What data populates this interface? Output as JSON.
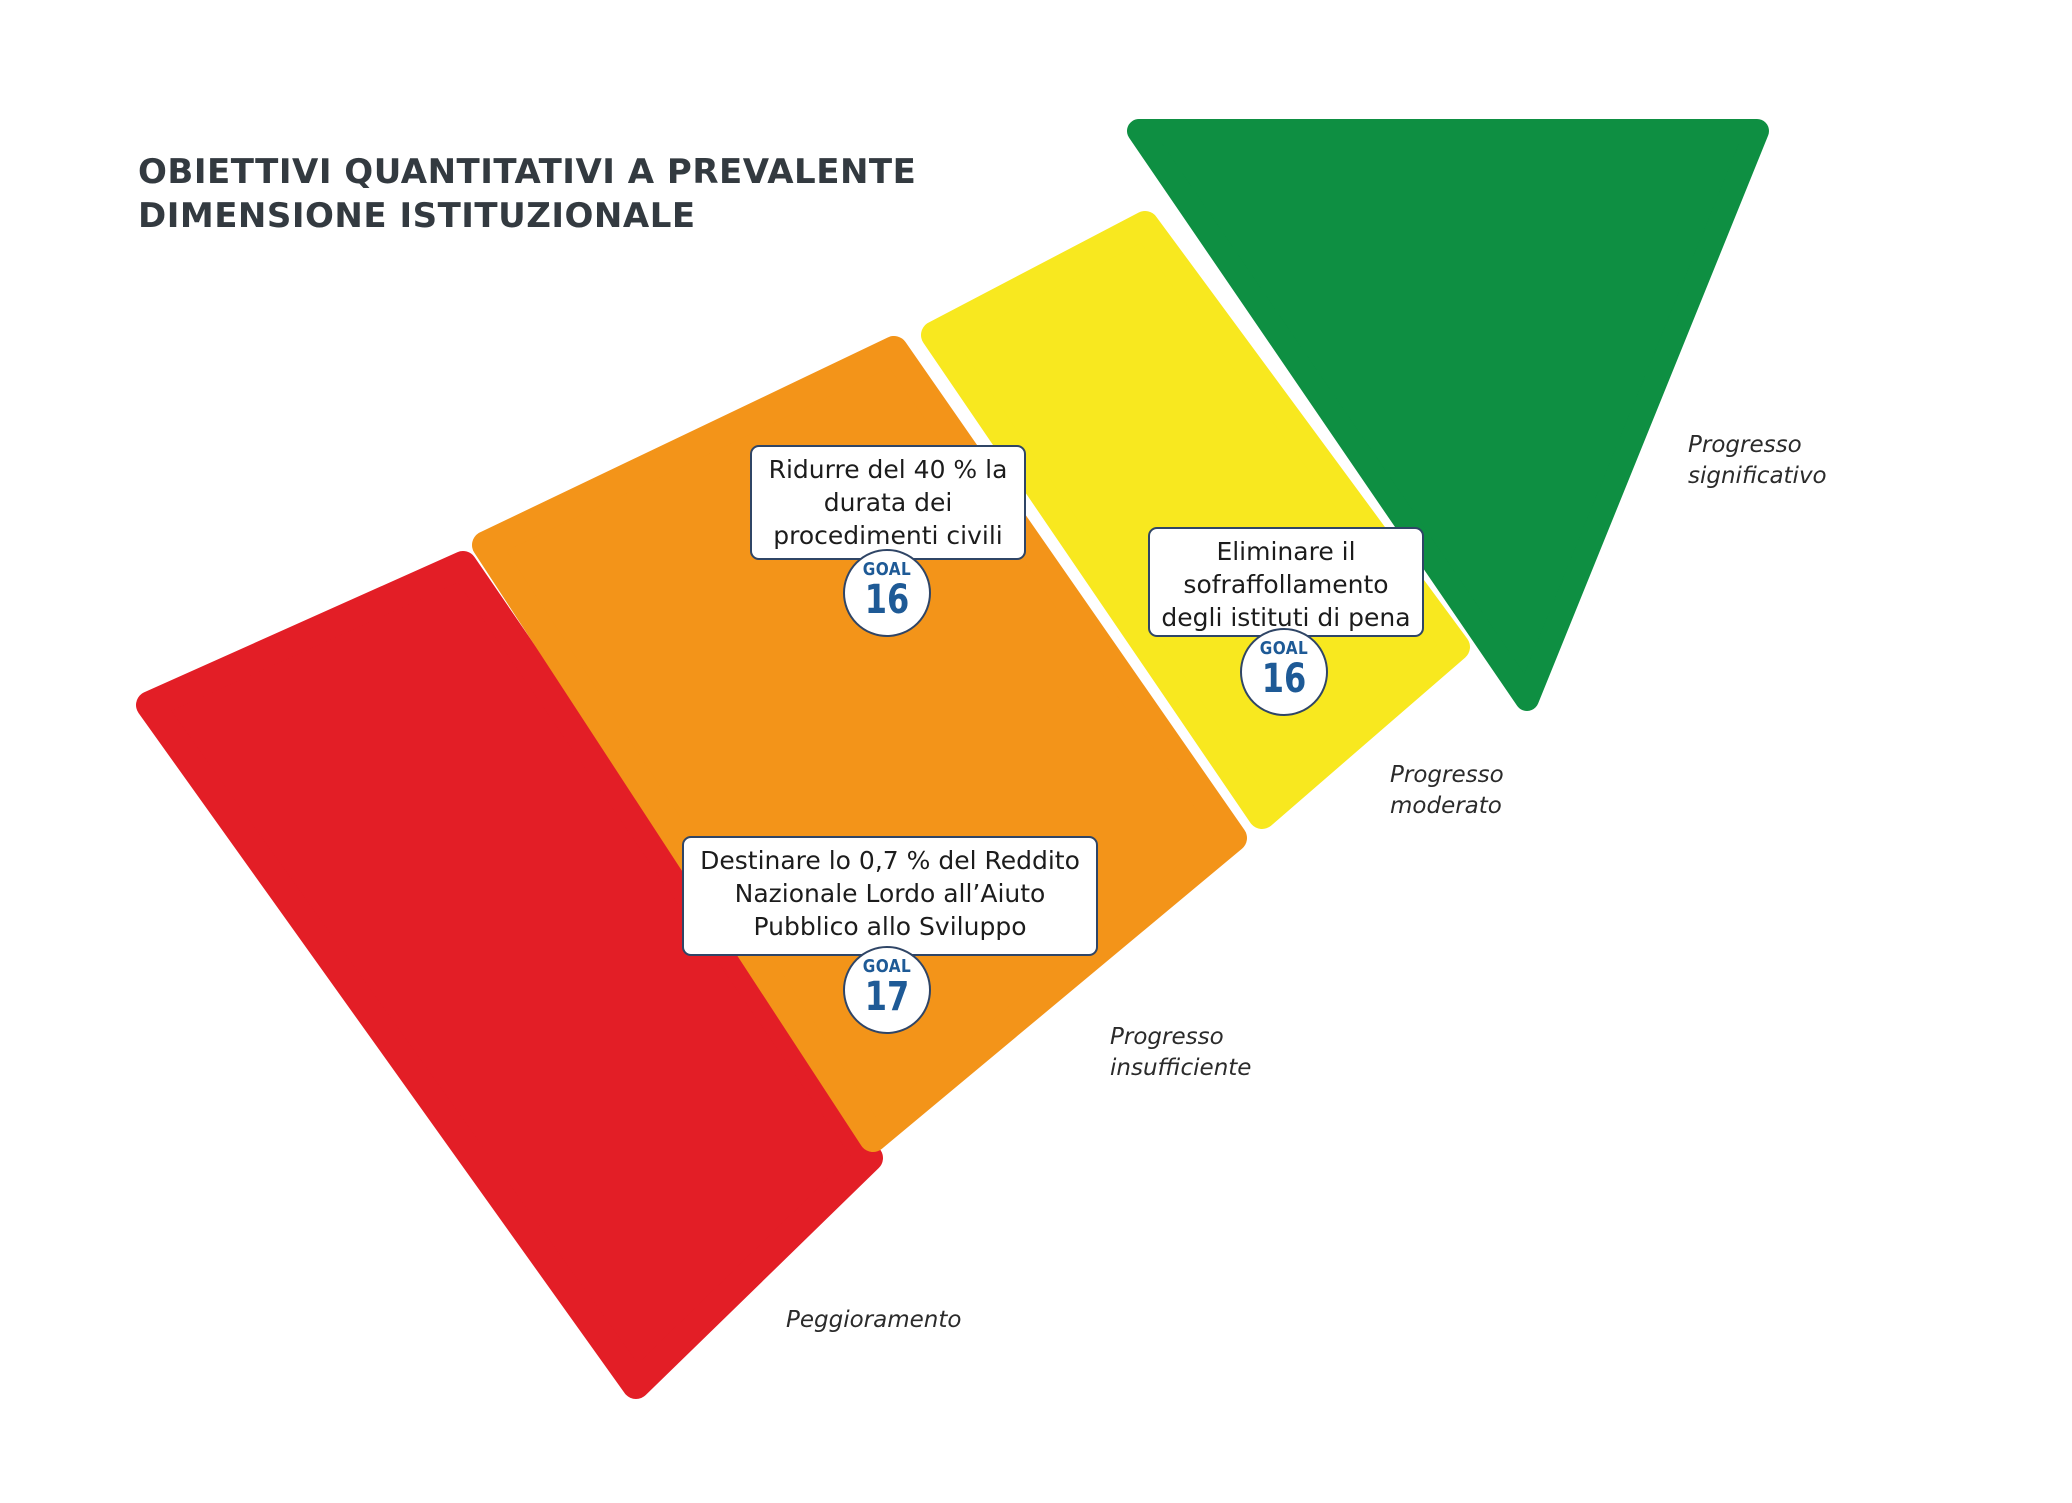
{
  "title": {
    "line1": "OBIETTIVI QUANTITATIVI A PREVALENTE",
    "line2": "DIMENSIONE ISTITUZIONALE"
  },
  "stages": [
    {
      "id": "peggioramento",
      "label_lines": [
        "Peggioramento"
      ],
      "color": "#e31e26"
    },
    {
      "id": "insufficiente",
      "label_lines": [
        "Progresso",
        "insufficiente"
      ],
      "color": "#f39419"
    },
    {
      "id": "moderato",
      "label_lines": [
        "Progresso",
        "moderato"
      ],
      "color": "#f8e81f"
    },
    {
      "id": "significativo",
      "label_lines": [
        "Progresso",
        "significativo"
      ],
      "color": "#0e8f42"
    }
  ],
  "callouts": [
    {
      "id": "procedimenti-civili",
      "lines": [
        "Ridurre del 40 % la",
        "durata dei",
        "procedimenti civili"
      ],
      "goal_word": "GOAL",
      "goal_number": "16"
    },
    {
      "id": "sovraffollamento",
      "lines": [
        "Eliminare il",
        "sofraffollamento",
        "degli istituti di pena"
      ],
      "goal_word": "GOAL",
      "goal_number": "16"
    },
    {
      "id": "aiuto-pubblico",
      "lines": [
        "Destinare lo 0,7 % del Reddito",
        "Nazionale Lordo all’Aiuto",
        "Pubblico allo Sviluppo"
      ],
      "goal_word": "GOAL",
      "goal_number": "17"
    }
  ]
}
